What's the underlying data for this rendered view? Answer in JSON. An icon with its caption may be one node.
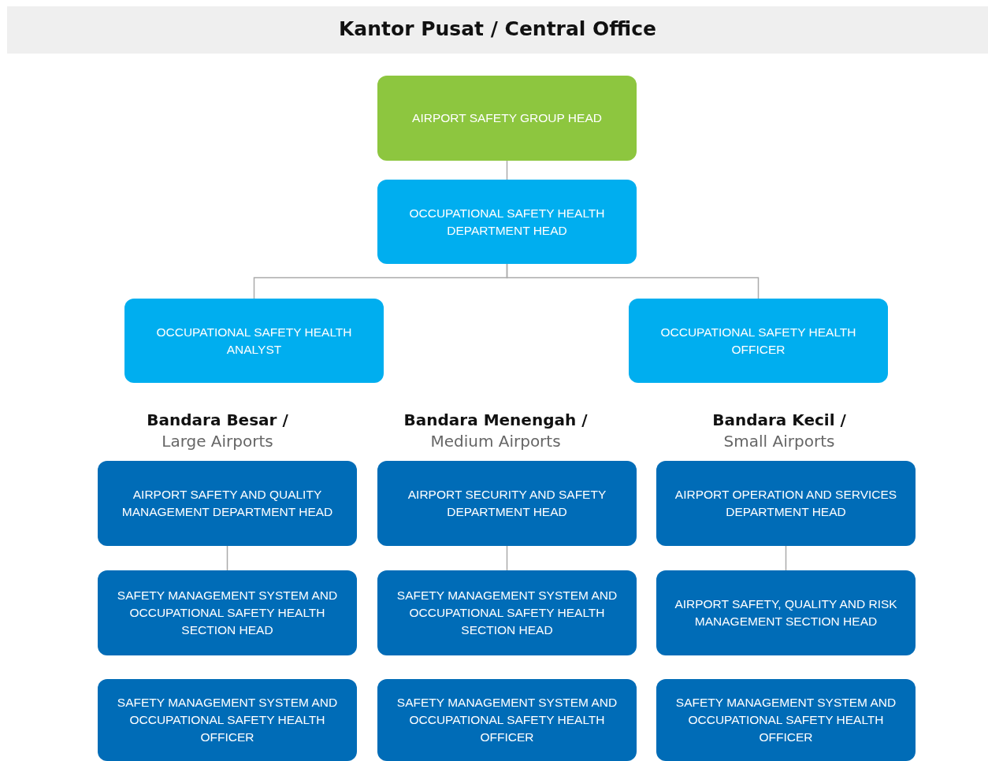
{
  "diagram": {
    "title": "Kantor Pusat / Central Office",
    "nodes": [
      {
        "text": [
          "AIRPORT SAFETY GROUP HEAD"
        ]
      },
      {
        "text": [
          "OCCUPATIONAL SAFETY HEALTH DEPARTMENT HEAD"
        ]
      },
      {
        "text": [
          "OCCUPATIONAL SAFETY HEALTH ANALYST"
        ]
      },
      {
        "text": [
          "OCCUPATIONAL SAFETY HEALTH OFFICER"
        ]
      },
      {
        "text": [
          "AIRPORT SAFETY AND QUALITY MANAGEMENT DEPARTMENT HEAD"
        ]
      },
      {
        "text": [
          "AIRPORT SECURITY AND SAFETY DEPARTMENT HEAD"
        ]
      },
      {
        "text": [
          "AIRPORT OPERATION AND SERVICES DEPARTMENT HEAD"
        ]
      },
      {
        "text": [
          "SAFETY MANAGEMENT SYSTEM AND OCCUPATIONAL SAFETY HEALTH SECTION HEAD"
        ]
      },
      {
        "text": [
          "SAFETY MANAGEMENT SYSTEM AND OCCUPATIONAL SAFETY HEALTH SECTION HEAD"
        ]
      },
      {
        "text": [
          "AIRPORT SAFETY, QUALITY AND RISK MANAGEMENT SECTION HEAD"
        ]
      },
      {
        "text": [
          "SAFETY MANAGEMENT SYSTEM AND OCCUPATIONAL SAFETY HEALTH OFFICER"
        ]
      },
      {
        "text": [
          "SAFETY MANAGEMENT SYSTEM AND OCCUPATIONAL SAFETY HEALTH OFFICER"
        ]
      },
      {
        "text": [
          "SAFETY MANAGEMENT SYSTEM AND OCCUPATIONAL SAFETY HEALTH OFFICER"
        ]
      }
    ],
    "edges": [
      {
        "from": 0,
        "to": 1,
        "arrow": "none"
      },
      {
        "from": 1,
        "to": 2,
        "arrow": "none"
      },
      {
        "from": 1,
        "to": 3,
        "arrow": "none"
      },
      {
        "from": 4,
        "to": 7,
        "arrow": "none"
      },
      {
        "from": 5,
        "to": 8,
        "arrow": "none"
      },
      {
        "from": 6,
        "to": 9,
        "arrow": "none"
      }
    ],
    "labels": [
      "Bandara Besar /",
      "Large Airports",
      "Bandara Menengah /",
      "Medium Airports",
      "Bandara Kecil /",
      "Small Airports"
    ]
  }
}
